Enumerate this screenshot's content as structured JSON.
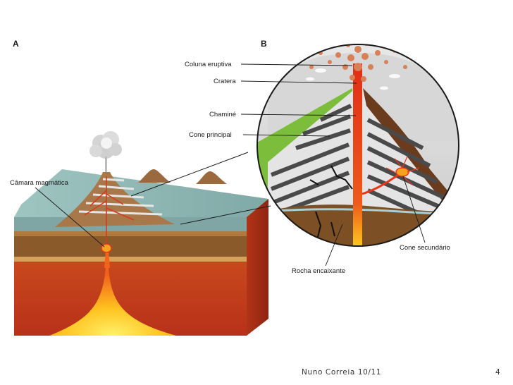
{
  "panels": {
    "a": "A",
    "b": "B"
  },
  "labels": {
    "camara_magmatica": "Câmara magmática",
    "coluna_eruptiva": "Coluna eruptiva",
    "cratera": "Cratera",
    "chamine": "Chaminé",
    "cone_principal": "Cone principal",
    "cone_secundario": "Cone secundário",
    "rocha_encaixante": "Rocha encaixante"
  },
  "footer": {
    "author": "Nuno Correia 10/11",
    "page": "4"
  },
  "colors": {
    "magma_red": "#e8361c",
    "magma_yellow": "#ffd21f",
    "sea": "#8fb7b4",
    "grass": "#7dbd3c",
    "soil": "#8a5a2b",
    "ash": "#d88158"
  }
}
